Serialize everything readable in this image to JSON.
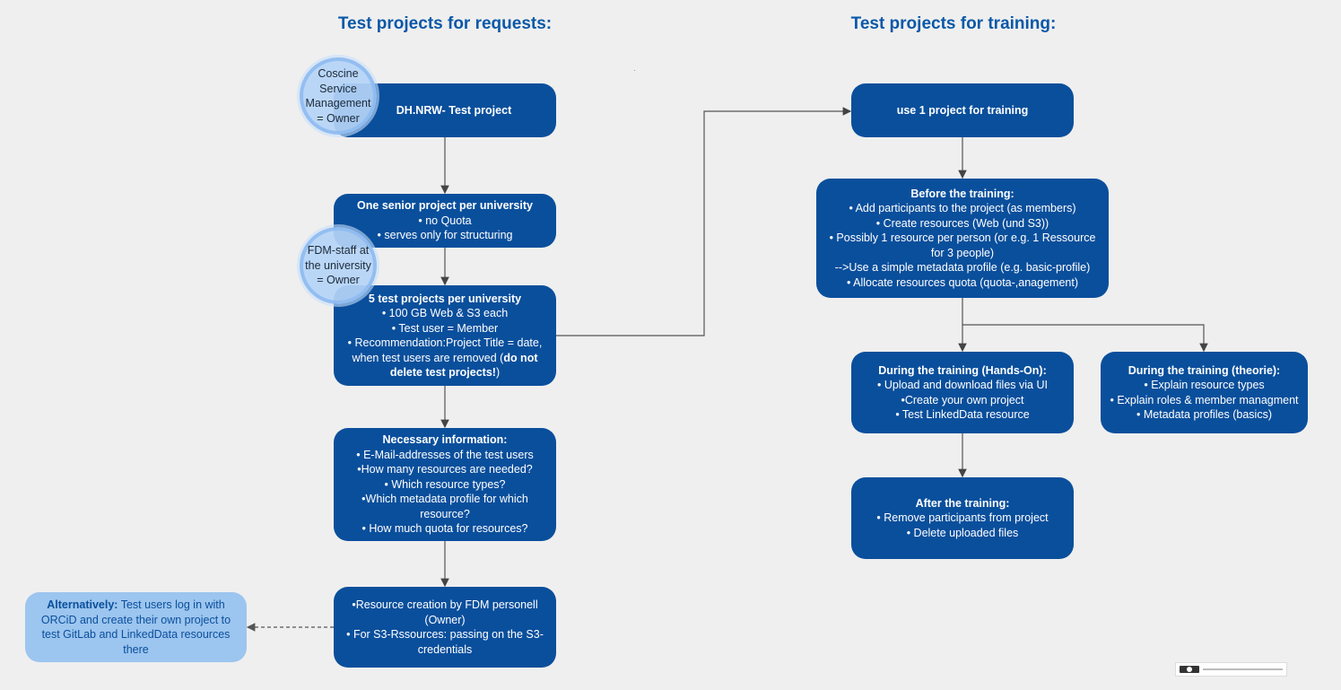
{
  "headings": {
    "requests": "Test projects for requests:",
    "training": "Test projects for training:"
  },
  "requests": {
    "dhnrw": {
      "title": "DH.NRW- Test project"
    },
    "senior": {
      "title": "One senior project per university",
      "lines": [
        "• no Quota",
        "• serves only for structuring"
      ]
    },
    "test_projects": {
      "title": "5 test projects per university",
      "lines": [
        "• 100 GB Web & S3 each",
        "• Test user = Member"
      ],
      "rec_line1": "• Recommendation:Project Title = date,",
      "rec_line2_prefix": "when test users are removed (",
      "rec_bold": "do not delete test projects!",
      "rec_suffix": ")"
    },
    "necessary": {
      "title": "Necessary information:",
      "lines": [
        "• E-Mail-addresses of the test users",
        "•How many resources are needed?",
        "• Which resource types?",
        "•Which metadata profile for which",
        "resource?",
        "• How much quota for resources?"
      ]
    },
    "resource_creation": {
      "lines": [
        "•Resource creation by FDM personell",
        "(Owner)",
        "• For S3-Rssources: passing on the S3-",
        "credentials"
      ]
    },
    "alternatively": {
      "bold": "Alternatively:",
      "rest": " Test users log in with ORCiD and create their own project to test GitLab and LinkedData resources there"
    },
    "coscine_circle": [
      "Coscine",
      "Service",
      "Management",
      "= Owner"
    ],
    "fdm_circle": [
      "FDM-staff at",
      "the university",
      "= Owner"
    ]
  },
  "training": {
    "use_one": {
      "title": "use 1 project for training"
    },
    "before": {
      "title": "Before the training:",
      "lines": [
        "• Add participants to the project (as members)",
        "• Create resources (Web (und S3))",
        "• Possibly 1 resource per person (or e.g. 1 Ressource",
        "for 3 people)",
        "-->Use a simple metadata profile (e.g. basic-profile)",
        "• Allocate resources quota (quota-,anagement)"
      ]
    },
    "during_hands_on": {
      "title": "During the training (Hands-On):",
      "lines": [
        "• Upload and download files via UI",
        "•Create your own project",
        "• Test LinkedData resource"
      ]
    },
    "during_theory": {
      "title": "During the training (theorie):",
      "lines": [
        "• Explain resource types",
        "• Explain roles & member managment",
        "• Metadata profiles (basics)"
      ]
    },
    "after": {
      "title": "After the training:",
      "lines": [
        "• Remove participants from project",
        "• Delete uploaded files"
      ]
    }
  },
  "colors": {
    "box": "#0a4f9c",
    "light_box": "#9cc5ef",
    "heading": "#0a58a8",
    "circle": "#b5d4f7",
    "background": "#efefef"
  }
}
